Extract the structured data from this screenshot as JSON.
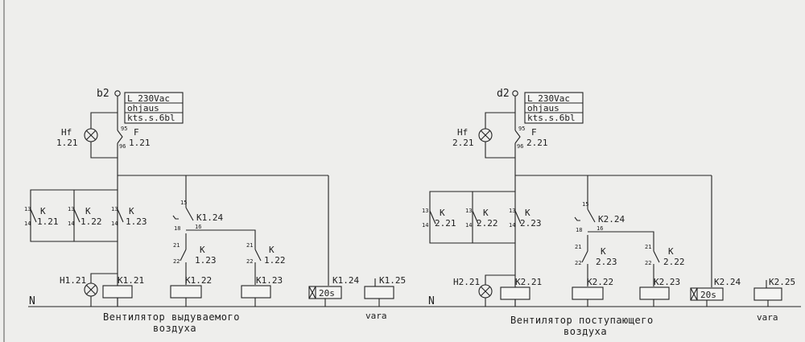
{
  "diagram": {
    "neutral": "N",
    "left": {
      "supply_id": "b2",
      "info": [
        "L 230Vac",
        "ohjaus",
        "kts.s.6bl"
      ],
      "lamp_top": [
        "Hf",
        "1.21"
      ],
      "fuse": [
        "F",
        "1.21"
      ],
      "fuse_pins": [
        "95",
        "96"
      ],
      "contacts": [
        {
          "k": "K",
          "id": "1.21",
          "p1": "13",
          "p2": "14"
        },
        {
          "k": "K",
          "id": "1.22",
          "p1": "13",
          "p2": "14"
        },
        {
          "k": "K",
          "id": "1.23",
          "p1": "13",
          "p2": "14"
        }
      ],
      "timer_contact": {
        "id": "K1.24",
        "p1": "15",
        "p2": "16",
        "p3": "18"
      },
      "interlocks": [
        {
          "k": "K",
          "id": "1.23",
          "p1": "21",
          "p2": "22"
        },
        {
          "k": "K",
          "id": "1.22",
          "p1": "21",
          "p2": "22"
        }
      ],
      "lamp_bottom": "H1.21",
      "coils": [
        "K1.21",
        "K1.22",
        "K1.23"
      ],
      "timer_coil": "K1.24",
      "timer_value": "20s",
      "spare_coil": "K1.25",
      "spare_text": "vara",
      "caption": [
        "Вентилятор выдуваемого",
        "воздуха"
      ]
    },
    "right": {
      "supply_id": "d2",
      "info": [
        "L 230Vac",
        "ohjaus",
        "kts.s.6bl"
      ],
      "lamp_top": [
        "Hf",
        "2.21"
      ],
      "fuse": [
        "F",
        "2.21"
      ],
      "fuse_pins": [
        "95",
        "96"
      ],
      "contacts": [
        {
          "k": "K",
          "id": "2.21",
          "p1": "13",
          "p2": "14"
        },
        {
          "k": "K",
          "id": "2.22",
          "p1": "13",
          "p2": "14"
        },
        {
          "k": "K",
          "id": "2.23",
          "p1": "13",
          "p2": "14"
        }
      ],
      "timer_contact": {
        "id": "K2.24",
        "p1": "15",
        "p2": "16",
        "p3": "18"
      },
      "interlocks": [
        {
          "k": "K",
          "id": "2.23",
          "p1": "21",
          "p2": "22"
        },
        {
          "k": "K",
          "id": "2.22",
          "p1": "21",
          "p2": "22"
        }
      ],
      "lamp_bottom": "H2.21",
      "coils": [
        "K2.21",
        "K2.22",
        "K2.23"
      ],
      "timer_coil": "K2.24",
      "timer_value": "20s",
      "spare_coil": "K2.25",
      "spare_text": "vara",
      "caption": [
        "Вентилятор поступающего",
        "воздуха"
      ]
    }
  }
}
